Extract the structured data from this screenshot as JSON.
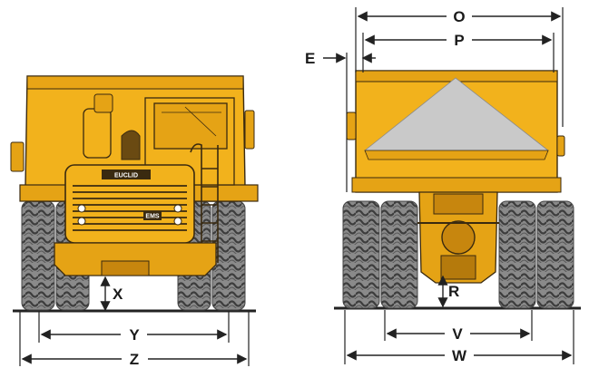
{
  "front_view": {
    "grille_badge": "EUCLID",
    "nameplate": "EMS",
    "dimensions": {
      "x": "X",
      "y": "Y",
      "z": "Z"
    }
  },
  "rear_view": {
    "dimensions": {
      "o": "O",
      "p": "P",
      "e": "E",
      "r": "R",
      "v": "V",
      "w": "W"
    }
  },
  "colors": {
    "body_yellow": "#F2B21C",
    "body_shadow": "#C7860E",
    "outline": "#3a2a10",
    "tire": "#7d7d7d",
    "load": "#c9c9c9",
    "dimension_line": "#222222"
  }
}
